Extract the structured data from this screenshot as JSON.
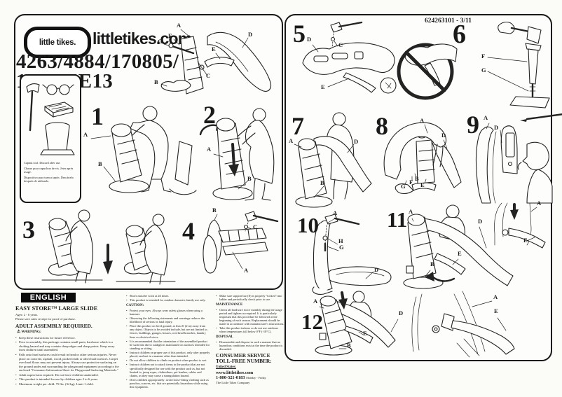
{
  "page": {
    "doc_number": "624263101 - 3/11"
  },
  "header": {
    "logo_text": "little tikes.",
    "website": "littletikes.com",
    "model_line1": "4263/4884/170805/",
    "model_line2": "171734E13"
  },
  "tool_box": {
    "captions": [
      "Capnut tool. Discard after use.",
      "Chasse pour capuchon de vis. Jeter après usage.",
      "Dispositivo para tuerca tapón. Descártelo después de utilizarlo."
    ]
  },
  "exploded_view": {
    "labels": [
      "A",
      "F",
      "G",
      "D",
      "E",
      "C",
      "B"
    ]
  },
  "steps": [
    {
      "number": "1",
      "labels": [
        "A",
        "B"
      ]
    },
    {
      "number": "2",
      "labels": [
        "A",
        "B"
      ]
    },
    {
      "number": "3",
      "labels": []
    },
    {
      "number": "4",
      "labels": [
        "B",
        "C",
        "A"
      ]
    },
    {
      "number": "5",
      "labels": [
        "D",
        "C",
        "E"
      ]
    },
    {
      "number": "6",
      "labels": [
        "F",
        "G"
      ]
    },
    {
      "number": "7",
      "labels": [
        "A",
        "D",
        "B"
      ]
    },
    {
      "number": "8",
      "labels": [
        "A",
        "D",
        "B",
        "F",
        "G",
        "E"
      ]
    },
    {
      "number": "9",
      "labels": [
        "A",
        "D"
      ]
    },
    {
      "number": "10",
      "labels": [
        "A",
        "H",
        "G",
        "D"
      ]
    },
    {
      "number": "11",
      "labels": [
        "A",
        "D",
        "E",
        "B"
      ],
      "detail_labels": [
        "A",
        "E"
      ]
    },
    {
      "number": "12",
      "labels": [
        "A",
        "D",
        "E",
        "B"
      ],
      "detail_labels": [
        "A",
        "E"
      ]
    }
  ],
  "english": {
    "section_label": "ENGLISH",
    "product_title": "EASY STORE™ LARGE SLIDE",
    "ages": "Ages: 2 - 6 years.",
    "receipt_note": "Please save sales receipt for proof of purchase.",
    "assembly_heading": "ADULT ASSEMBLY REQUIRED.",
    "warning_symbol": "⚠",
    "warning_label": "WARNING:",
    "warning_bullets": [
      "Keep these instructions for future reference.",
      "Prior to assembly, this package contains small parts; hardware which is a choking hazard and may contain sharp edges and sharp points. Keep away from children until assembled.",
      "Falls onto hard surfaces could result in head or other serious injuries. Never place on concrete, asphalt, wood, packed earth or other hard surfaces. Carpet over hard floors may not prevent injury. Always use protective surfacing on the ground under and surrounding the playground equipment according to the enclosed \"Consumer Information Sheet for Playground Surfacing Materials.\"",
      "Adult supervision required. Do not leave children unattended.",
      "This product is intended for use by children ages 2 to 6 years.",
      "Maximum weight per child: 75 lbs. (34 kg). Limit 1 child.",
      "Shoes must be worn at all times.",
      "This product is intended for outdoor domestic family use only."
    ],
    "caution_label": "CAUTION:",
    "caution_bullets": [
      "Protect your eyes. Always wear safety glasses when using a hammer.",
      "Observing the following statements and warnings reduces the likelihood of serious or fatal injury.",
      "Place this product on level ground, at least 6' (2 m) away from any object. Objects to be avoided include, but are not limited to, fences, buildings, garages, houses, overhead branches, laundry lines or electrical wires.",
      "It is recommended that the orientation of the assembled product be such that direct sunlight is maintained on surfaces intended for standing or sitting.",
      "Instruct children on proper use of this product, only after properly placed, and not in a manner other than intended.",
      "Do not allow children to climb on product when product is wet.",
      "Instruct children not to attach items to the product that are not specifically designed for use with the product such as, but not limited to, jump ropes, clotheslines, pet leashes, cables and chains, as they may cause a strangulation hazard.",
      "Dress children appropriately: avoid loose-fitting clothing such as ponchos, scarves, etc. that are potentially hazardous while using this equipment.",
      "Make sure support bar (E) is properly \"locked\" into ladder and periodically check prior to use."
    ],
    "maintenance_label": "MAINTENANCE",
    "maintenance_bullets": [
      "Check all hardware twice monthly during the usage period and tighten as required. It is particularly important that this procedure be followed at the beginning of each season. Replacement should be made in accordance with manufacturer's instructions.",
      "Take this product indoors or do not use outdoors when temperatures fall below 0°F (-18°C)."
    ],
    "disposal_label": "DISPOSAL",
    "disposal_bullets": [
      "Disassemble and dispose in such a manner that no hazardous conditions exist at the time the product is discarded."
    ]
  },
  "consumer": {
    "service_label": "CONSUMER SERVICE",
    "toll_free_label": "TOLL-FREE NUMBER:",
    "country": "United States:",
    "website": "www.littletikes.com",
    "phone": "1-800-321-0183",
    "hours": "Monday - Friday",
    "company": "The Little Tikes Company"
  }
}
